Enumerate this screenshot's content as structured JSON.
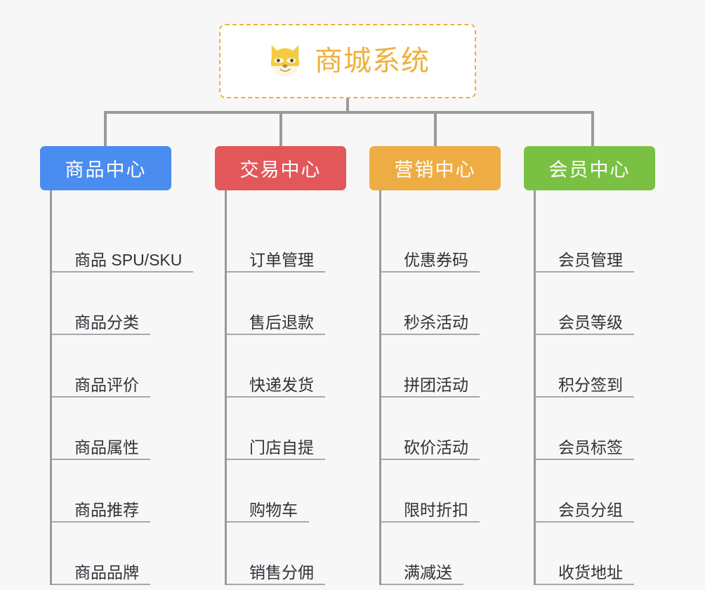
{
  "root": {
    "title": "商城系统",
    "icon": "shiba-dog-face-icon",
    "text_color": "#eeb03c",
    "border_color": "#eeb03c"
  },
  "branches": [
    {
      "label": "商品中心",
      "color": "#4a8cf0",
      "items": [
        "商品 SPU/SKU",
        "商品分类",
        "商品评价",
        "商品属性",
        "商品推荐",
        "商品品牌"
      ]
    },
    {
      "label": "交易中心",
      "color": "#e2585a",
      "items": [
        "订单管理",
        "售后退款",
        "快递发货",
        "门店自提",
        "购物车",
        "销售分佣"
      ]
    },
    {
      "label": "营销中心",
      "color": "#eead44",
      "items": [
        "优惠券码",
        "秒杀活动",
        "拼团活动",
        "砍价活动",
        "限时折扣",
        "满减送"
      ]
    },
    {
      "label": "会员中心",
      "color": "#7ac143",
      "items": [
        "会员管理",
        "会员等级",
        "积分签到",
        "会员标签",
        "会员分组",
        "收货地址"
      ]
    }
  ],
  "theme": {
    "background": "#f7f7f7",
    "connector_color": "#9a9a9a",
    "rule_color": "#a8a8a8",
    "leaf_text_color": "#2f3238"
  }
}
